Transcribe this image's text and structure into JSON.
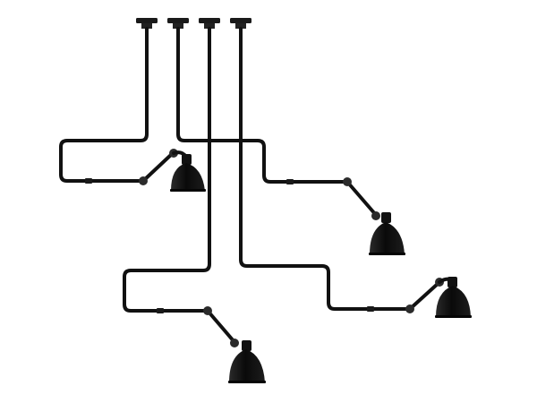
{
  "image": {
    "background_color": "#ffffff",
    "line_color": "#111111",
    "shade_color": "#0c0c0c",
    "joint_color": "#2b2b2b",
    "lamp_count": 4
  },
  "lamps": [
    {
      "name": "lamp-1",
      "icon": "wall-lamp-icon"
    },
    {
      "name": "lamp-2",
      "icon": "wall-lamp-icon"
    },
    {
      "name": "lamp-3",
      "icon": "wall-lamp-icon"
    },
    {
      "name": "lamp-4",
      "icon": "wall-lamp-icon"
    }
  ]
}
